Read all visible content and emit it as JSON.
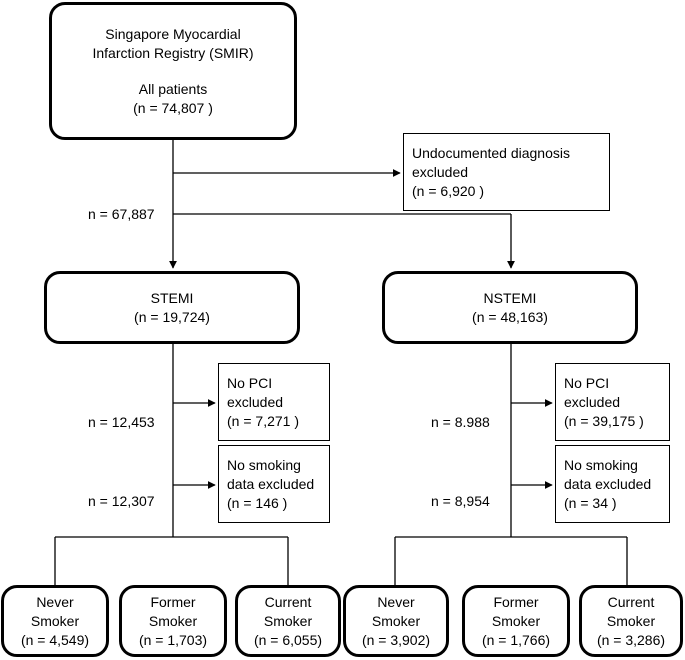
{
  "nodes": {
    "smir": {
      "lines": [
        "Singapore Myocardial",
        "Infarction Registry (SMIR)",
        "",
        "All patients",
        "(n = 74,807  )"
      ]
    },
    "undocumented": {
      "lines": [
        "Undocumented diagnosis",
        "excluded",
        "(n = 6,920 )"
      ]
    },
    "stemi": {
      "lines": [
        "STEMI",
        "(n = 19,724)"
      ]
    },
    "nstemi": {
      "lines": [
        "NSTEMI",
        "(n = 48,163)"
      ]
    },
    "stemi_no_pci": {
      "lines": [
        "No PCI",
        "excluded",
        "(n = 7,271 )"
      ]
    },
    "stemi_no_smoking": {
      "lines": [
        "No smoking",
        "data excluded",
        "(n = 146 )"
      ]
    },
    "nstemi_no_pci": {
      "lines": [
        "No PCI",
        "excluded",
        "(n = 39,175 )"
      ]
    },
    "nstemi_no_smoking": {
      "lines": [
        "No smoking",
        "data excluded",
        "(n = 34 )"
      ]
    },
    "stemi_never": {
      "lines": [
        "Never",
        "Smoker",
        "(n = 4,549)"
      ]
    },
    "stemi_former": {
      "lines": [
        "Former",
        "Smoker",
        "(n = 1,703)"
      ]
    },
    "stemi_current": {
      "lines": [
        "Current",
        "Smoker",
        "(n = 6,055)"
      ]
    },
    "nstemi_never": {
      "lines": [
        "Never",
        "Smoker",
        "(n = 3,902)"
      ]
    },
    "nstemi_former": {
      "lines": [
        "Former",
        "Smoker",
        "(n = 1,766)"
      ]
    },
    "nstemi_current": {
      "lines": [
        "Current",
        "Smoker",
        "(n = 3,286)"
      ]
    }
  },
  "labels": {
    "after_undocumented": "n = 67,887",
    "stemi_after_pci": "n = 12,453",
    "stemi_after_smoking": "n = 12,307",
    "nstemi_after_pci": "n = 8.988",
    "nstemi_after_smoking": "n = 8,954"
  },
  "colors": {
    "stroke": "#000000",
    "background": "#ffffff"
  }
}
